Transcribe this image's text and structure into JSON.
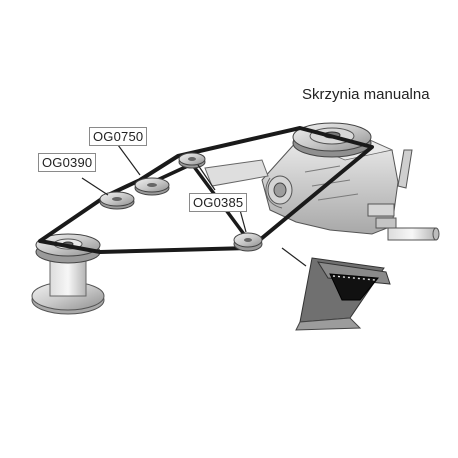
{
  "title": "Skrzynia manualna",
  "part_labels": {
    "OG0750": "OG0750",
    "OG0390": "OG0390",
    "OG0385": "OG0385"
  },
  "colors": {
    "belt": "#1a1a1a",
    "metal_light": "#e6e6e6",
    "metal_mid": "#bdbdbd",
    "metal_dark": "#8c8c8c",
    "label_border": "#8a8a8a",
    "text": "#222222"
  }
}
